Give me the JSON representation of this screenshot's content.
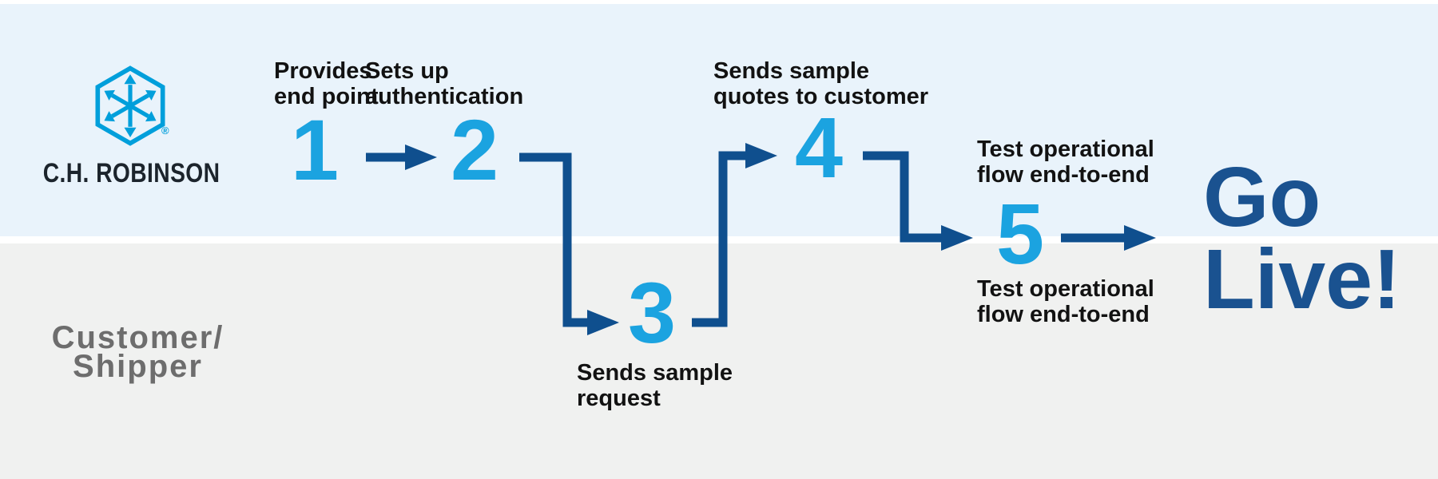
{
  "logo": {
    "wordmark": "C.H. ROBINSON",
    "registered_mark": "®",
    "icon": "ch-robinson-hexagon-arrows-icon"
  },
  "lanes": {
    "bottom_label": "Customer/\nShipper"
  },
  "steps": [
    {
      "number": "1",
      "label": "Provides\nend point",
      "lane": "top"
    },
    {
      "number": "2",
      "label": "Sets up\nauthentication",
      "lane": "top"
    },
    {
      "number": "3",
      "label": "Sends sample\nrequest",
      "lane": "bottom"
    },
    {
      "number": "4",
      "label": "Sends sample\nquotes to customer",
      "lane": "top"
    },
    {
      "number": "5",
      "label_above": "Test operational\nflow end-to-end",
      "label_below": "Test operational\nflow end-to-end",
      "lane": "boundary"
    }
  ],
  "outcome_label": "Go\nLive!",
  "colors": {
    "lane_top_bg": "#e9f3fb",
    "lane_bottom_bg": "#f0f1f0",
    "step_number": "#1ba3e0",
    "arrow": "#0f4f8e",
    "outcome_text": "#1a5290",
    "logo_blue": "#009fdb",
    "logo_text": "#1c242c",
    "label_text": "#121212",
    "shipper_text": "#6d6d6d"
  }
}
